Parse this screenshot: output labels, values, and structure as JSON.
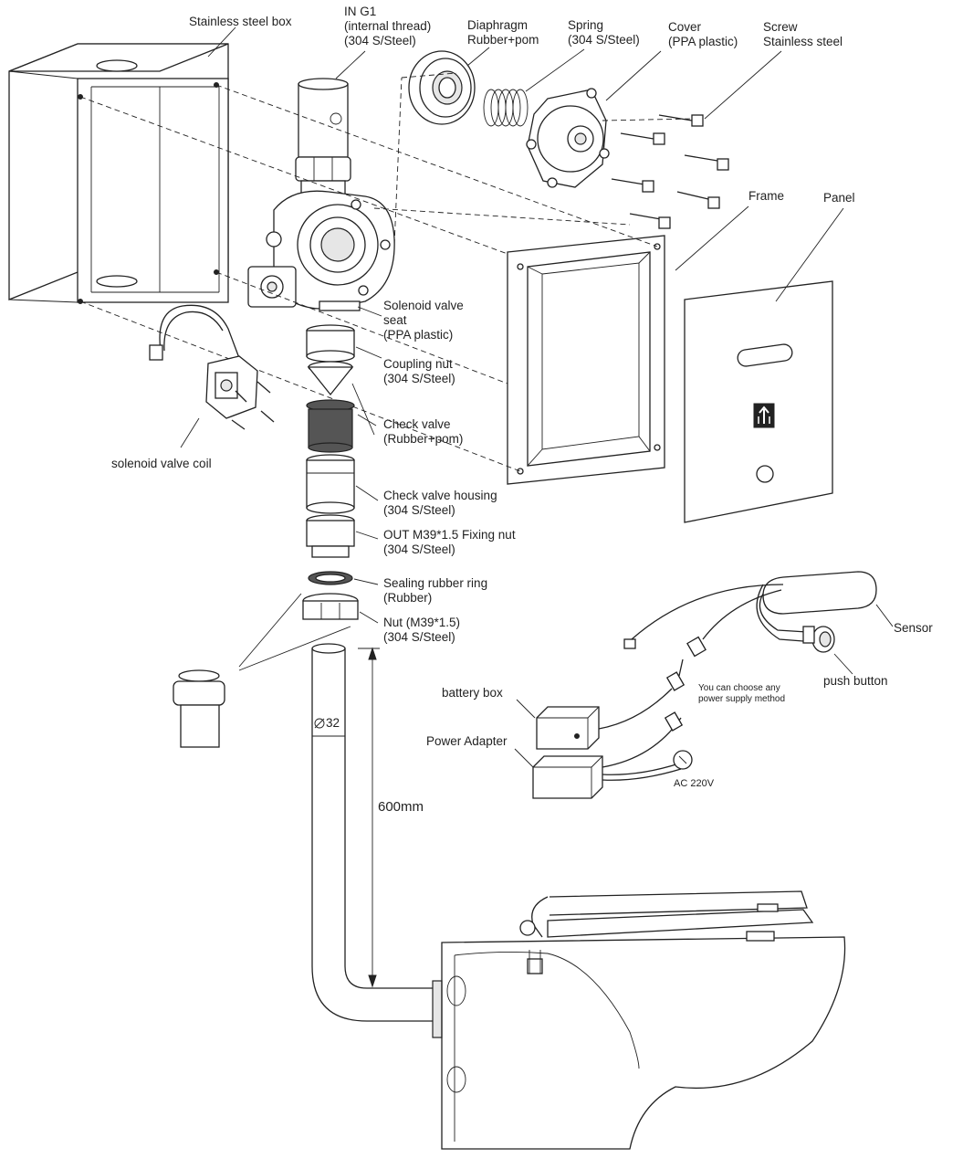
{
  "labels": {
    "stainless_box": "Stainless steel box",
    "inlet": [
      "IN G1",
      "(internal thread)",
      "(304 S/Steel)"
    ],
    "diaphragm": [
      "Diaphragm",
      "Rubber+pom"
    ],
    "spring": [
      "Spring",
      "(304 S/Steel)"
    ],
    "cover": [
      "Cover",
      "(PPA plastic)"
    ],
    "screw": [
      "Screw",
      "Stainless steel"
    ],
    "frame": "Frame",
    "panel": "Panel",
    "solenoid_seat": [
      "Solenoid valve",
      "seat",
      "(PPA plastic)"
    ],
    "coupling_nut": [
      "Coupling nut",
      "(304 S/Steel)"
    ],
    "check_valve": [
      "Check valve",
      "(Rubber+pom)"
    ],
    "solenoid_coil": "solenoid valve coil",
    "check_housing": [
      "Check valve housing",
      "(304 S/Steel)"
    ],
    "fixing_nut": [
      "OUT M39*1.5 Fixing nut",
      "(304 S/Steel)"
    ],
    "sealing_ring": [
      "Sealing rubber ring",
      "(Rubber)"
    ],
    "nut": [
      "Nut (M39*1.5)",
      "(304 S/Steel)"
    ],
    "sensor": "Sensor",
    "push_button": "push button",
    "battery_box": "battery box",
    "power_note": [
      "You can choose any",
      "power supply method"
    ],
    "power_adapter": "Power Adapter",
    "ac": "AC 220V",
    "pipe_diameter": "32",
    "pipe_length": "600mm"
  },
  "colors": {
    "line": "#222222",
    "fill_dark": "#555555",
    "fill_light": "#e6e6e6",
    "background": "#ffffff"
  },
  "icons": {
    "diameter_symbol": "diameter-icon",
    "panel_arrow": "flush-arrow-icon"
  }
}
